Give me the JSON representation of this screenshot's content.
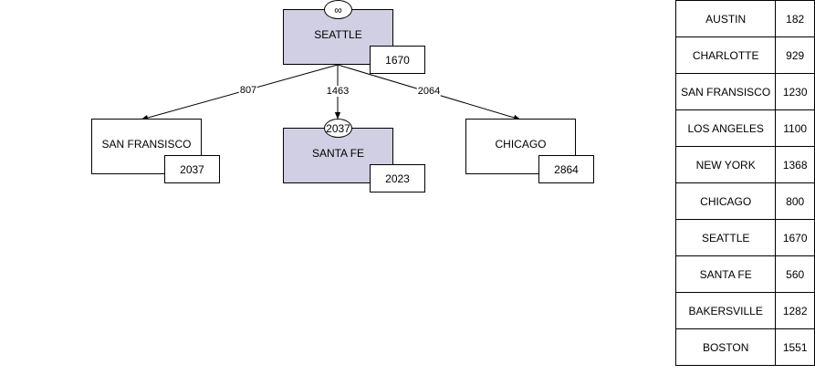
{
  "nodes": {
    "seattle": {
      "name": "SEATTLE",
      "value": "1670",
      "badge": "∞"
    },
    "san_fransisco": {
      "name": "SAN FRANSISCO",
      "value": "2037"
    },
    "santa_fe": {
      "name": "SANTA FE",
      "value": "2023",
      "badge": "2037"
    },
    "chicago": {
      "name": "CHICAGO",
      "value": "2864"
    }
  },
  "edges": [
    {
      "from": "seattle",
      "to": "san_fransisco",
      "label": "807"
    },
    {
      "from": "seattle",
      "to": "santa_fe",
      "label": "1463"
    },
    {
      "from": "seattle",
      "to": "chicago",
      "label": "2064"
    }
  ],
  "table": [
    {
      "city": "AUSTIN",
      "value": "182"
    },
    {
      "city": "CHARLOTTE",
      "value": "929"
    },
    {
      "city": "SAN FRANSISCO",
      "value": "1230"
    },
    {
      "city": "LOS ANGELES",
      "value": "1100"
    },
    {
      "city": "NEW YORK",
      "value": "1368"
    },
    {
      "city": "CHICAGO",
      "value": "800"
    },
    {
      "city": "SEATTLE",
      "value": "1670"
    },
    {
      "city": "SANTA FE",
      "value": "560"
    },
    {
      "city": "BAKERSVILLE",
      "value": "1282"
    },
    {
      "city": "BOSTON",
      "value": "1551"
    }
  ],
  "colors": {
    "highlight": "#d0cfe3",
    "line": "#000000"
  }
}
